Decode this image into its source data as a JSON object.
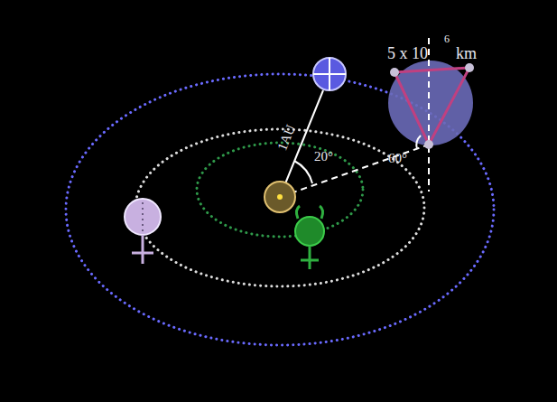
{
  "diagram": {
    "labels": [
      "1AU",
      "20°",
      "5 x 10",
      "6",
      "km",
      "60°"
    ]
  }
}
